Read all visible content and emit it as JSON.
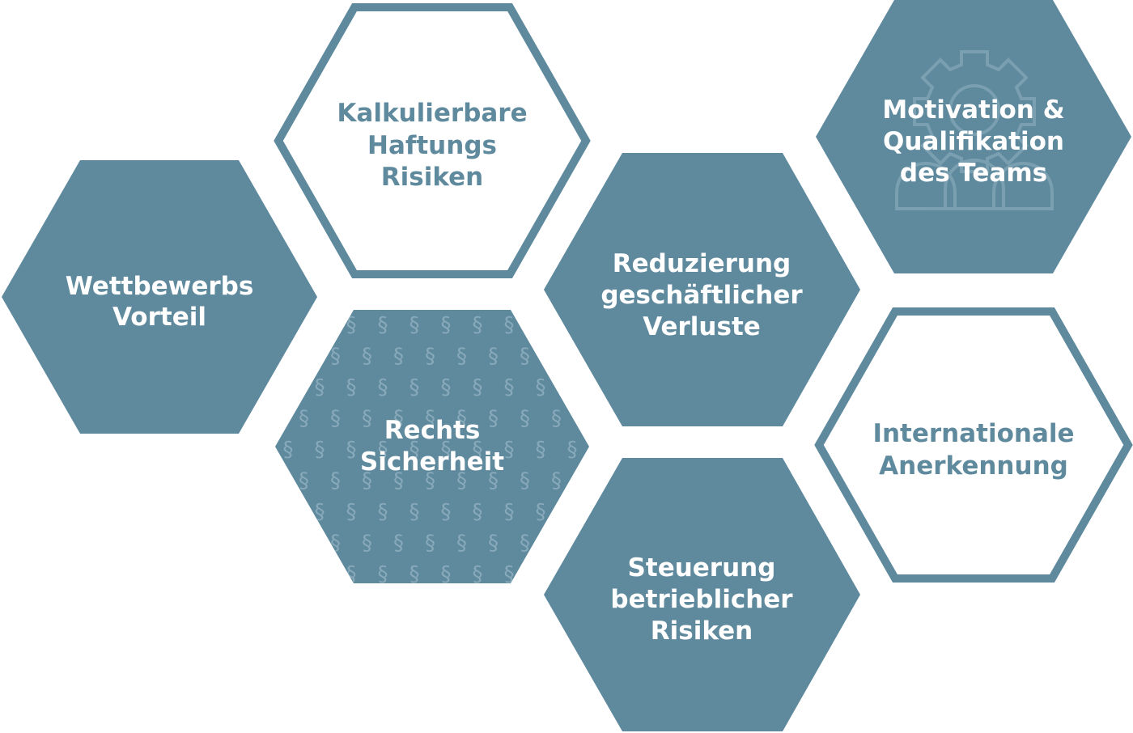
{
  "colors": {
    "primary": "#5f8a9e",
    "text_on_fill": "#ffffff",
    "text_on_outline": "#5f8a9e",
    "background": "#ffffff"
  },
  "hexagons": [
    {
      "id": "wettbewerbs-vorteil",
      "style": "filled",
      "lines": [
        "Wettbewerbs",
        "Vorteil"
      ]
    },
    {
      "id": "kalkulierbare-haftungs-risiken",
      "style": "outline",
      "lines": [
        "Kalkulierbare",
        "Haftungs",
        "Risiken"
      ]
    },
    {
      "id": "rechts-sicherheit",
      "style": "patterned",
      "pattern_glyph": "§",
      "lines": [
        "Rechts",
        "Sicherheit"
      ]
    },
    {
      "id": "reduzierung-geschaeftlicher-verluste",
      "style": "filled",
      "lines": [
        "Reduzierung",
        "geschäftlicher",
        "Verluste"
      ]
    },
    {
      "id": "steuerung-betrieblicher-risiken",
      "style": "filled",
      "lines": [
        "Steuerung",
        "betrieblicher",
        "Risiken"
      ]
    },
    {
      "id": "motivation-qualifikation-teams",
      "style": "filled",
      "background_icon": "gear-team-icon",
      "lines": [
        "Motivation &",
        "Qualifikation",
        "des Teams"
      ]
    },
    {
      "id": "internationale-anerkennung",
      "style": "outline",
      "lines": [
        "Internationale",
        "Anerkennung"
      ]
    }
  ]
}
